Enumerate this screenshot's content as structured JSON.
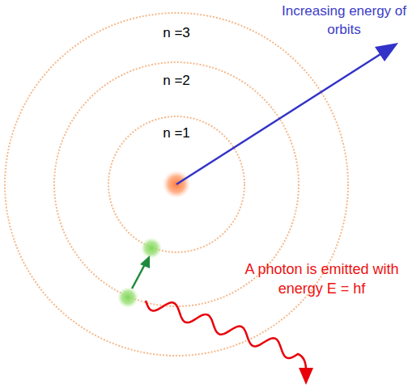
{
  "diagram": {
    "nodes": [
      {
        "text": [
          "n =3"
        ]
      },
      {
        "text": [
          "n =2"
        ],
        "in": 0
      },
      {
        "text": [
          "n =1"
        ],
        "in": 1
      }
    ],
    "labels": [
      "Increasing energy of orbits",
      "A photon is emitted with energy E = hf"
    ]
  }
}
